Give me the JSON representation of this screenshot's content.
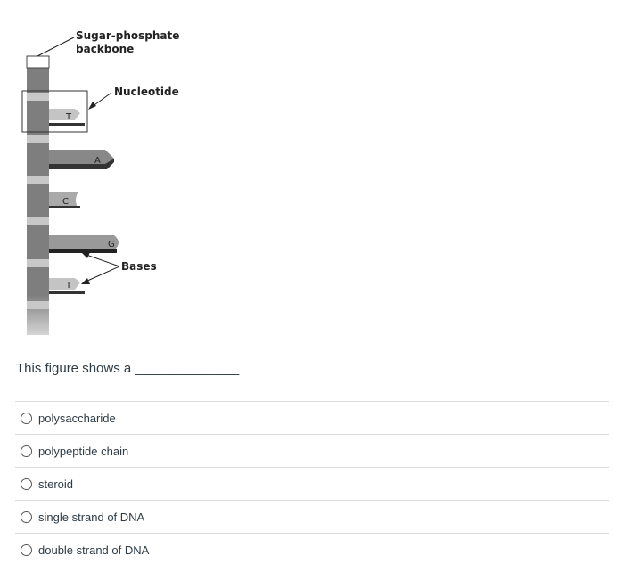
{
  "figure": {
    "labels": {
      "backbone_line1": "Sugar-phosphate",
      "backbone_line2": "backbone",
      "nucleotide": "Nucleotide",
      "bases": "Bases"
    },
    "bases": [
      "T",
      "A",
      "C",
      "G",
      "T"
    ]
  },
  "question": {
    "text": "This figure shows a ______________"
  },
  "answers": [
    {
      "label": "polysaccharide",
      "selected": false
    },
    {
      "label": "polypeptide chain",
      "selected": false
    },
    {
      "label": "steroid",
      "selected": false
    },
    {
      "label": "single strand of DNA",
      "selected": false
    },
    {
      "label": "double strand of DNA",
      "selected": false
    }
  ]
}
